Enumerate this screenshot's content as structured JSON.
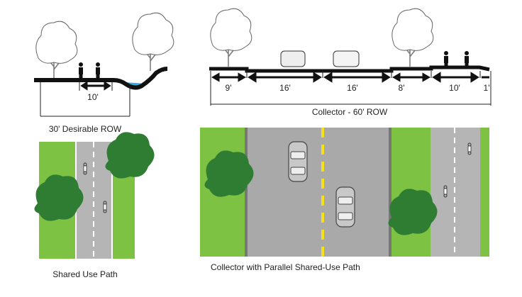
{
  "colors": {
    "grass": "#7dc242",
    "road": "#a9a9a9",
    "path": "#b5b5b5",
    "tree": "#2f7d32",
    "water": "#3aa8dd",
    "centerline": "#f5e11a"
  },
  "section_path": {
    "path_width": "10'",
    "row_label": "30' Desirable ROW"
  },
  "section_collector": {
    "dimensions": [
      "9'",
      "16'",
      "16'",
      "8'",
      "10'",
      "1'"
    ],
    "row_label": "Collector - 60' ROW"
  },
  "plan_path": {
    "caption": "Shared Use Path"
  },
  "plan_collector": {
    "caption": "Collector with Parallel Shared-Use Path"
  }
}
